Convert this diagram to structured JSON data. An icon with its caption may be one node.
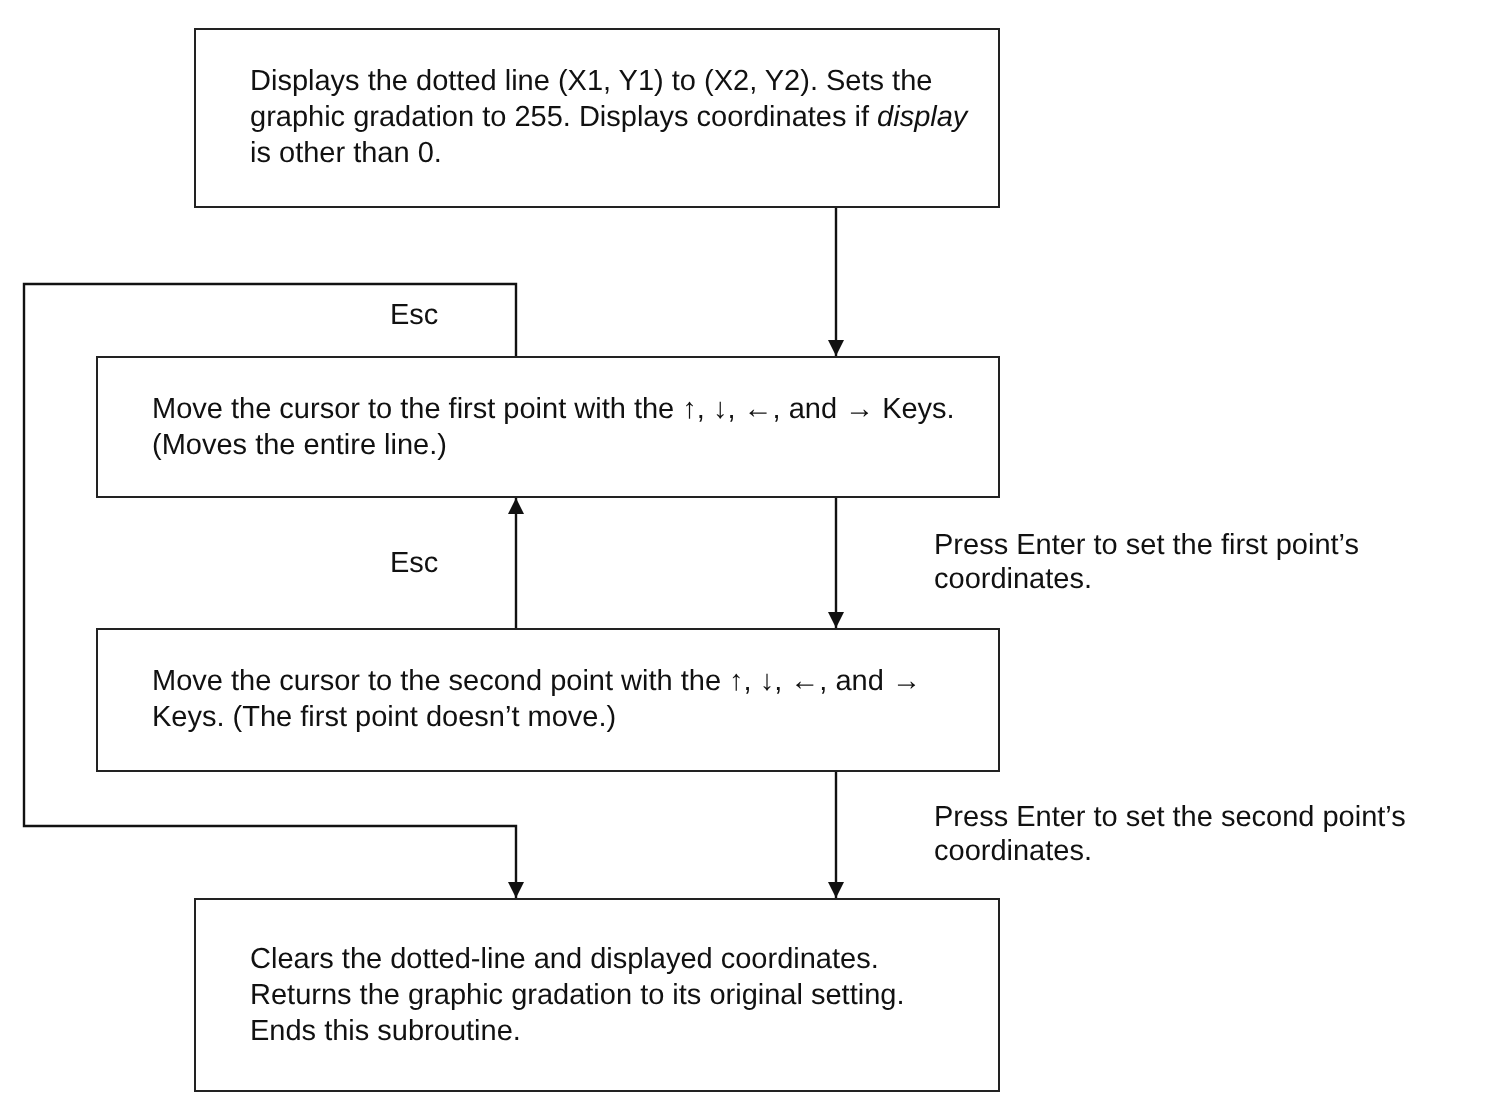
{
  "diagram": {
    "nodes": [
      {
        "text": [
          "Displays the dotted line (X1, Y1) to (X2, Y2). Sets the graphic gradation to 255. Displays coordinates if *display* is other than 0."
        ]
      },
      {
        "text": [
          "Move the cursor to the first point with the ↑, ↓, ←, and → Keys. (Moves the entire line.)"
        ]
      },
      {
        "text": [
          "Move the cursor to the second point with the ↑, ↓, ←, and → Keys. (The first point doesn’t move.)"
        ]
      },
      {
        "text": [
          "Clears the dotted-line and displayed coordinates. Returns the graphic gradation to its original setting. Ends this subroutine."
        ]
      }
    ],
    "edges": [
      {
        "from": 0,
        "to": 1,
        "arrow": "to"
      },
      {
        "from": 1,
        "to": 3,
        "arrow": "to",
        "label": "Esc"
      },
      {
        "from": 1,
        "to": 2,
        "arrow": "to",
        "label": "Press Enter to set the first point’s coordinates."
      },
      {
        "from": 2,
        "to": 1,
        "arrow": "to",
        "label": "Esc"
      },
      {
        "from": 2,
        "to": 3,
        "arrow": "to",
        "label": "Press Enter to set the second point’s coordinates."
      }
    ]
  }
}
